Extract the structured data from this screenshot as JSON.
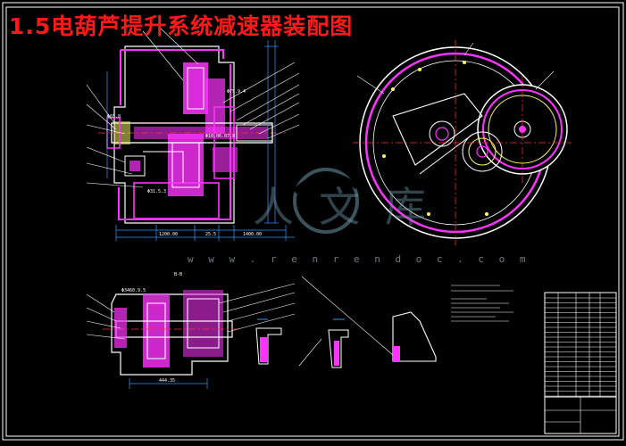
{
  "drawing": {
    "title": "1.5电葫芦提升系统减速器装配图"
  },
  "watermark": {
    "logo_text": "人文库",
    "url": "w w w . r e n r e n d o c . c o m"
  },
  "dimensions": {
    "d1": "Φ75.9.4",
    "d2": "Φ65.8",
    "d3": "Φ31.5.3",
    "d4": "Φ3460.9.5",
    "d5": "1200.00",
    "d6": "25.5",
    "d7": "1400.00",
    "d8": "Φ10.06.07.8",
    "d9": "444.35",
    "d10": "B-B"
  },
  "colors": {
    "background": "#000000",
    "border": "#ffffff",
    "section": "#ff33ff",
    "outline": "#ffffff",
    "dimension": "#3399ff",
    "centerline": "#ff3333",
    "title": "#ff1a1a",
    "hatch": "#ffff66"
  }
}
